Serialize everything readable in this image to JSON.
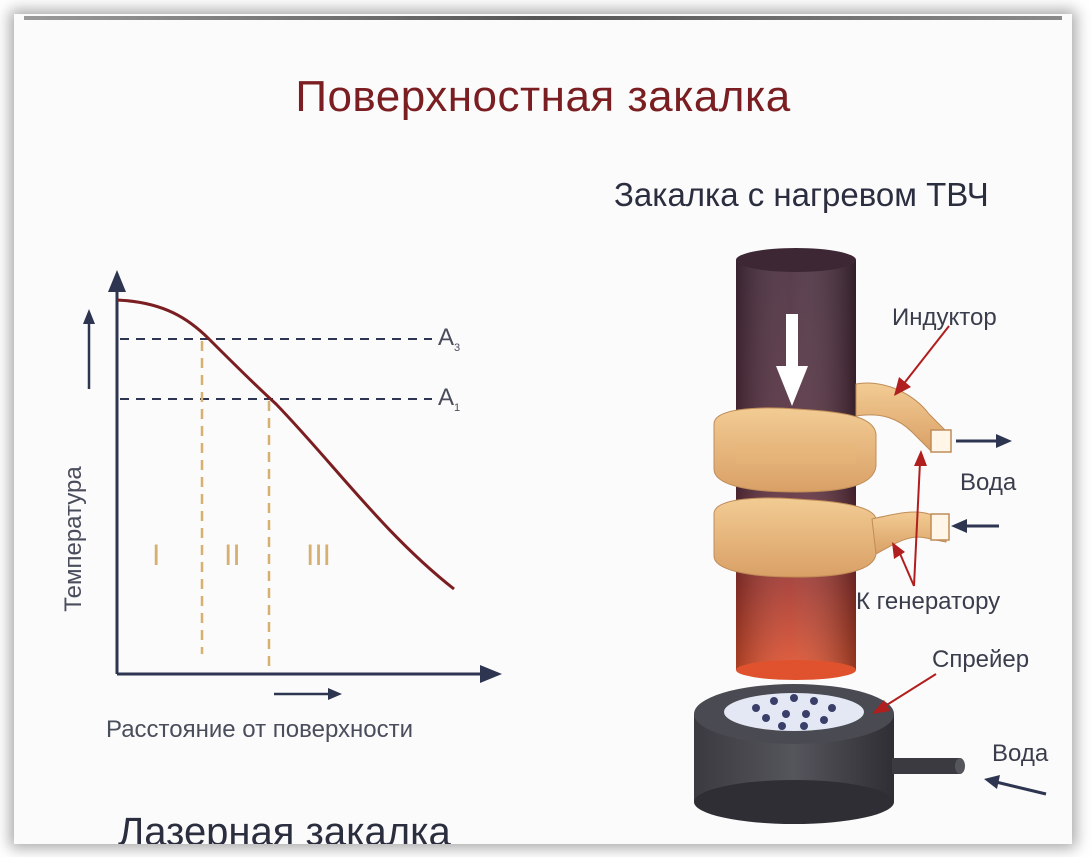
{
  "title": "Поверхностная закалка",
  "subtitle": "Закалка с нагревом ТВЧ",
  "graph": {
    "ylabel": "Температура",
    "xlabel": "Расстояние от поверхности",
    "levels": [
      {
        "letter": "A",
        "sub": "3"
      },
      {
        "letter": "A",
        "sub": "1"
      }
    ],
    "zones": [
      "I",
      "II",
      "III"
    ]
  },
  "apparatus": {
    "inductor": "Индуктор",
    "water_out": "Вода",
    "generator": "К генератору",
    "sprayer": "Спрейер",
    "water_in": "Вода"
  },
  "next_heading": "Лазерная закалка",
  "colors": {
    "title": "#7b1e22",
    "curve": "#7b1e22",
    "axis": "#2d3550",
    "dashed": "#2d3550",
    "zone_dashed": "#d6b070",
    "rod_dark": "#4a2e3e",
    "rod_hot": "#d6472c",
    "coil": "#e8b677"
  }
}
